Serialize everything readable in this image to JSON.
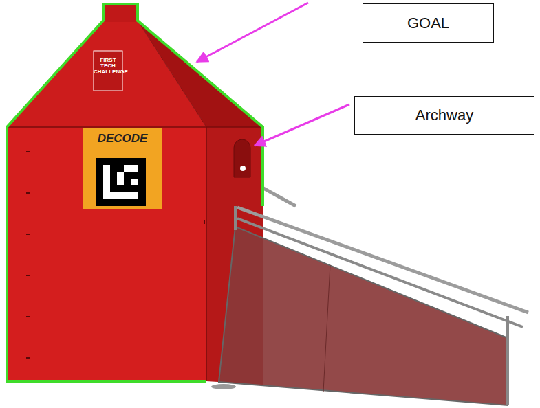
{
  "diagram": {
    "nodes": [
      {
        "text": [
          "GOAL"
        ]
      },
      {
        "text": [
          "Archway"
        ]
      }
    ],
    "labels": [
      "FIRST TECH CHALLENGE",
      "DECODE"
    ]
  }
}
